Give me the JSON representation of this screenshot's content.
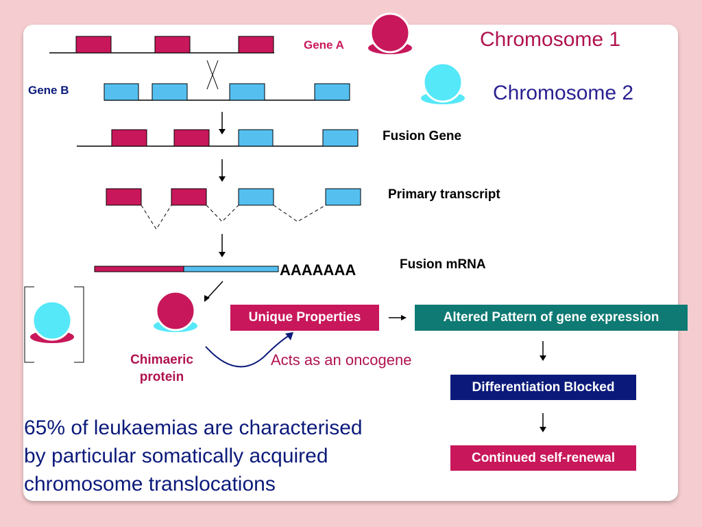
{
  "labels": {
    "gene_a": "Gene A",
    "gene_b": "Gene B",
    "chromosome_1": "Chromosome 1",
    "chromosome_2": "Chromosome 2",
    "fusion_gene": "Fusion Gene",
    "primary_transcript": "Primary transcript",
    "fusion_mrna": "Fusion mRNA",
    "poly_a": "AAAAAAA",
    "chimaeric_protein_line1": "Chimaeric",
    "chimaeric_protein_line2": "protein",
    "acts_as_oncogene": "Acts as an oncogene"
  },
  "boxes": {
    "unique_properties": "Unique Properties",
    "altered_pattern": "Altered Pattern of gene expression",
    "differentiation_blocked": "Differentiation Blocked",
    "continued_self_renewal": "Continued self-renewal"
  },
  "summary": {
    "line1": "65% of leukaemias are characterised",
    "line2": "by particular somatically acquired",
    "line3": "chromosome translocations"
  },
  "colors": {
    "gene_a": "#c8175a",
    "gene_b": "#55c0f0",
    "chromosome_2_blob": "#55e8f8",
    "teal_box": "#0e7a73",
    "navy_box": "#0b1a7a",
    "chromosome_text": "#2a2090",
    "oncogene_text": "#b0124f",
    "slide_background": "#f5cdd0"
  }
}
